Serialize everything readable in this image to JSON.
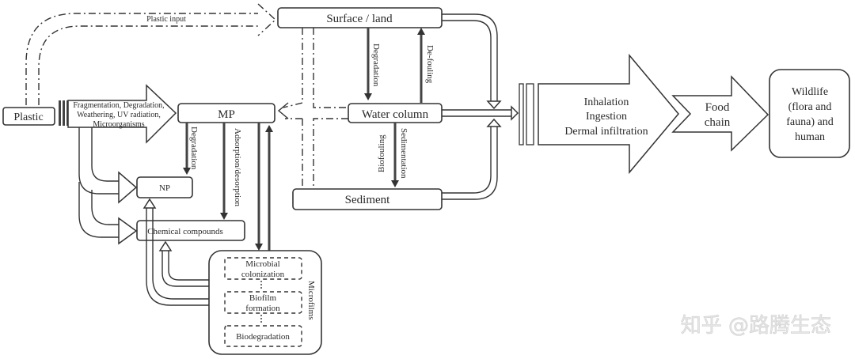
{
  "nodes": {
    "plastic": "Plastic",
    "mp": "MP",
    "np": "NP",
    "chemical_compounds": "Chemical compounds",
    "surface_land": "Surface / land",
    "water_column": "Water column",
    "sediment": "Sediment",
    "microfilms_group": "Microfilms",
    "microbial_colonization": [
      "Microbial",
      "colonization"
    ],
    "biofilm_formation": [
      "Biofilm",
      "formation"
    ],
    "biodegradation": "Biodegradation",
    "wildlife_human": [
      "Wildlife",
      "(flora and",
      "fauna) and",
      "human"
    ]
  },
  "arrows": {
    "plastic_input": "Plastic input",
    "fragmentation": [
      "Fragmentation, Degradation,",
      "Weathering, UV radiation,",
      "Microorganisms"
    ],
    "mp_degradation": "Degradation",
    "adsorption_desorption": "Adsorption/desorption",
    "surface_degradation": "Degradation",
    "de_fouling": "De-fouling",
    "sedimentation": "Sedimentation",
    "biofouling": "Biofouling",
    "exposure_routes": [
      "Inhalation",
      "Ingestion",
      "Dermal infiltration"
    ],
    "food_chain": [
      "Food",
      "chain"
    ]
  },
  "watermark": "知乎 @路腾生态"
}
